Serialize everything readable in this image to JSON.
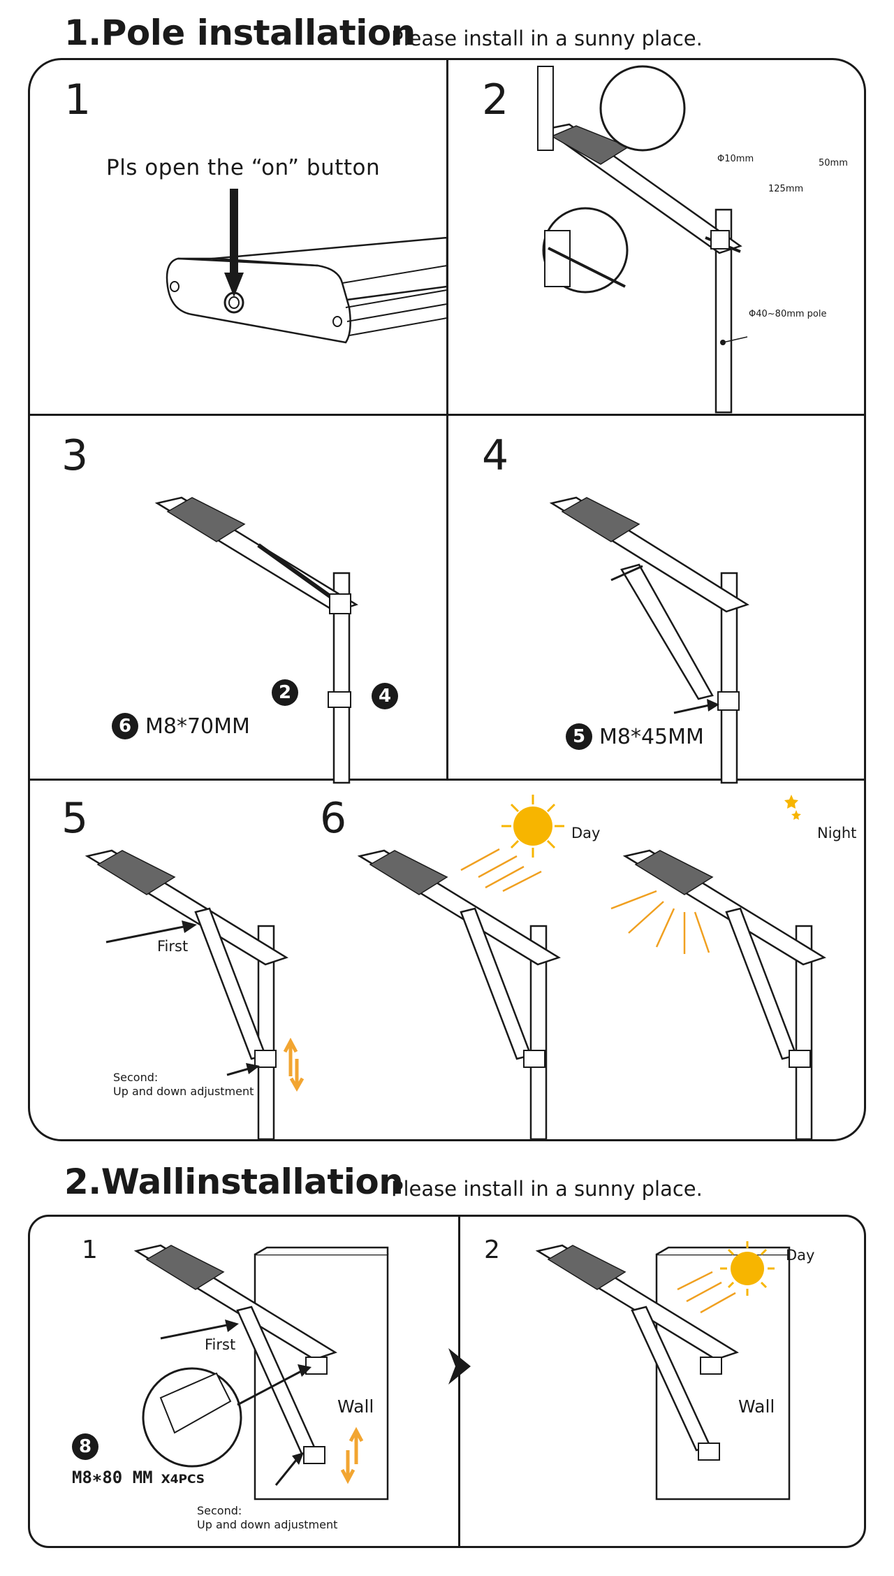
{
  "section1": {
    "title": "1.Pole installation",
    "subtitle": "Please install in a sunny place.",
    "steps": {
      "s1": {
        "number": "1",
        "caption": "Pls open the “on” button"
      },
      "s2": {
        "number": "2",
        "hole_diameter": "Φ10mm",
        "vertical_dim": "50mm",
        "horizontal_dim": "125mm",
        "pole_label": "Φ40~80mm pole"
      },
      "s3": {
        "number": "3",
        "marker_a": "2",
        "marker_b": "4",
        "spec_badge": "6",
        "spec_text": "M8*70MM"
      },
      "s4": {
        "number": "4",
        "spec_badge": "5",
        "spec_text": "M8*45MM"
      },
      "s5": {
        "number": "5",
        "first_label": "First",
        "second_label_1": "Second:",
        "second_label_2": "Up and down adjustment"
      },
      "s6": {
        "number": "6",
        "day_label": "Day",
        "night_label": "Night"
      }
    }
  },
  "section2": {
    "title": "2.Wallinstallation",
    "subtitle": "Please install in a sunny place.",
    "steps": {
      "s1": {
        "number": "1",
        "first_label": "First",
        "wall_label": "Wall",
        "spec_badge": "8",
        "spec_text": "M8∗80 MM",
        "spec_qty": "X4PCS",
        "second_label_1": "Second:",
        "second_label_2": "Up and down adjustment"
      },
      "s2": {
        "number": "2",
        "day_label": "Day",
        "wall_label": "Wall"
      }
    }
  },
  "colors": {
    "line": "#1a1a1a",
    "sun": "#f7b500",
    "ray": "#f0a020",
    "arrow": "#f2a531",
    "panel": "#555555"
  }
}
